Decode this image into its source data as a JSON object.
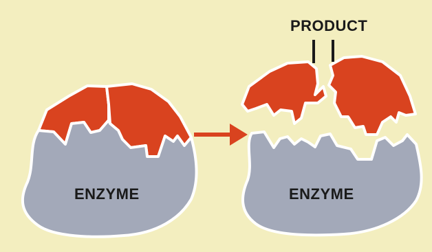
{
  "labels": {
    "enzyme_left": "ENZYME",
    "enzyme_right": "ENZYME",
    "product": "PRODUCT"
  },
  "colors": {
    "background": "#f3eebf",
    "enzyme": "#a3a9b9",
    "substrate": "#d9431f",
    "outline": "#ffffff",
    "arrow": "#d9431f",
    "text": "#1a1a1a"
  }
}
